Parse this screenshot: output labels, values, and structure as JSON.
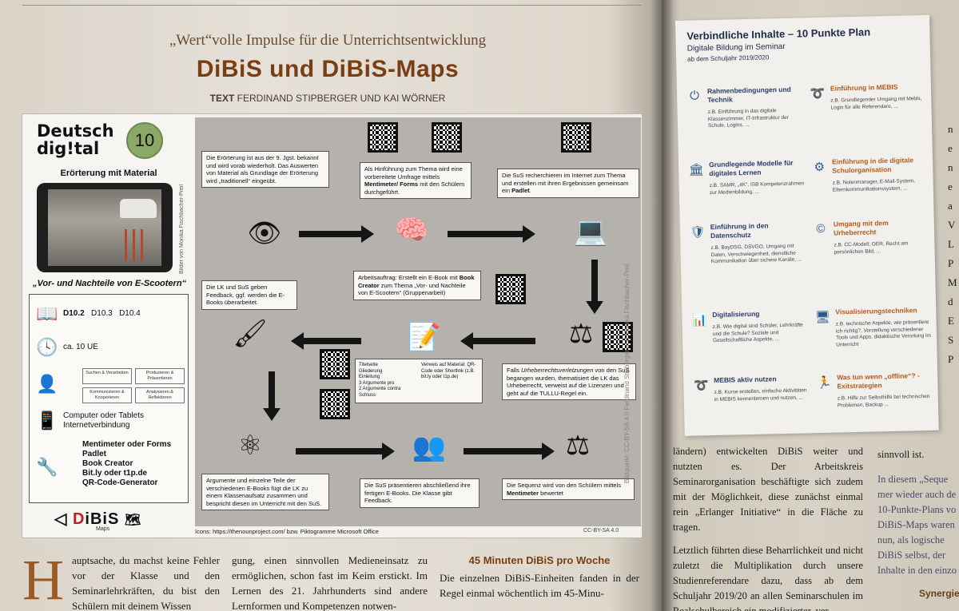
{
  "article": {
    "kicker": "„Wert“volle Impulse für die Unterrichtsentwicklung",
    "headline": "DiBiS und DiBiS-Maps",
    "byline_label": "TEXT",
    "byline_names": "FERDINAND STIPBERGER UND KAI WÖRNER"
  },
  "poster": {
    "logo_line1": "Deutsch",
    "logo_line2": "dig!tal",
    "logo_number": "10",
    "title": "Erörterung mit Material",
    "photo_credit": "Bilder von Monika Fischbacher-Preil",
    "subtitle": "„Vor- und Nachteile von E-Scootern“",
    "codes": [
      "D10.2",
      "D10.3",
      "D10.4"
    ],
    "duration": "ca. 10 UE",
    "competencies": [
      "Suchen & Verarbeiten",
      "Produzieren & Präsentieren",
      "Kommunizieren & Kooperieren",
      "Analysieren & Reflektieren"
    ],
    "devices_line1": "Computer oder Tablets",
    "devices_line2": "Internetverbindung",
    "tools": [
      "Mentimeter oder Forms",
      "Padlet",
      "Book Creator",
      "Bit.ly oder t1p.de",
      "QR-Code-Generator"
    ],
    "brand_a": "D",
    "brand_b": "iBiS",
    "brand_sub": "Maps",
    "icons_credit": "Icons: https://thenounproject.com/  bzw.  Piktogramme Microsoft Office",
    "license": "CC-BY-SA 4.0",
    "vertical_credit": "Bildquelle: CC-BY-SA 4.0 Ferdinand Stipberger und Monika Fischbacher-Preil"
  },
  "steps": {
    "s1": "Die Erörterung ist aus der 9. Jgst. bekannt und wird vorab wiederholt. Das Auswerten von Material als Grundlage der Erörterung wird „traditionell“ eingeübt.",
    "s2_pre": "Als Hinführung zum Thema wird eine vorbereitete Umfrage mittels",
    "s2_bold": "Mentimeter/ Forms",
    "s2_post": "mit den Schülern durchgeführt.",
    "s3_pre": "Die SuS recherchieren im Internet zum Thema und erstellen mit ihren Ergebnissen gemeinsam ein",
    "s3_bold": "Padlet",
    "s4_pre": "Arbeitsauftrag: Erstellt ein E-Book mit",
    "s4_bold": "Book Creator",
    "s4_post": "zum Thema „Vor- und Nachteile von E-Scootern“ (Gruppenarbeit)",
    "s5": "Die LK und SuS geben Feedback, ggf. werden die E-Books überarbeitet.",
    "s6_pre": "Falls",
    "s6_italic": "Urheberrechtsverletzungen",
    "s6_post": "von den SuS begangen wurden, thematisiert die LK das Urheberrecht, verweist auf die Lizenzen und geht auf die TULLU-Regel ein.",
    "s7": "Argumente und einzelne Teile der verschiedenen E-Books fügt die LK zu einem Klassenaufsatz zusammen und bespricht diesen im Unterricht mit den SuS.",
    "s8": "Die SuS präsentieren abschließend ihre fertigen E-Books. Die Klasse gibt Feedback.",
    "s9_pre": "Die Sequenz wird von den Schülern mittels",
    "s9_bold": "Mentimeter",
    "s9_post": "bewertet",
    "list_left": [
      "Titelseite",
      "Gliederung",
      "Einleitung",
      "3 Argumente pro",
      "2 Argumente contra",
      "Schluss"
    ],
    "list_right": "Verweis auf Material: QR-Code oder Shortlink (z.B. bit.ly oder t1p.de)"
  },
  "body": {
    "dropcap": "H",
    "col1": "auptsache, du machst keine Fehler vor der Klasse und den Seminarlehrkräften, du bist den Schülern mit deinem Wissen",
    "col2": "gung, einen sinnvollen Medieneinsatz zu ermöglichen, schon fast im Keim erstickt. Im Lernen des 21. Jahrhunderts sind andere Lernformen und Kompetenzen notwen-",
    "col3_head": "45 Minuten DiBiS pro Woche",
    "col3": "Die einzelnen DiBiS-Einheiten fanden in der Regel einmal wöchentlich im 45-Minu-"
  },
  "plan": {
    "title": "Verbindliche Inhalte – 10 Punkte Plan",
    "subtitle": "Digitale Bildung im Seminar",
    "subtitle2": "ab dem Schuljahr 2019/2020",
    "items": [
      {
        "head": "Rahmenbedingungen und Technik",
        "desc": "z.B. Einführung in das digitale Klassenzimmer, IT-Infrastruktur der Schule, Logins, ..."
      },
      {
        "head": "Einführung in MEBIS",
        "desc": "z.B. Grundlegender Umgang mit Mebis, Login für alle Referendare, ..."
      },
      {
        "head": "Grundlegende Modelle für digitales Lernen",
        "desc": "z.B. SAMR, „4K“, ISB Kompetenzrahmen zur Medienbildung, ..."
      },
      {
        "head": "Einführung in die digitale Schulorganisation",
        "desc": "z.B. Notenmanager, E-Mail-System, Elternkommunikationssystem, ..."
      },
      {
        "head": "Einführung in den Datenschutz",
        "desc": "z.B. BayDSG, DSVGO, Umgang mit Daten, Verschwiegenheit, dienstliche Kommunikation über sichere Kanäle, ..."
      },
      {
        "head": "Umgang mit dem Urheberrecht",
        "desc": "z.B. CC-Modell, OER, Recht am persönlichen Bild, ..."
      },
      {
        "head": "Digitalisierung",
        "desc": "z.B. Wie digital sind Schüler, Lehrkräfte und die Schule? Soziale und Gesellschaftliche Aspekte, ..."
      },
      {
        "head": "Visualisierungstechniken",
        "desc": "z.B. technische Aspekte, wie präsentiere ich richtig?, Vorstellung verschiedener Tools und Apps, didaktische Verortung im Unterricht"
      },
      {
        "head": "MEBIS aktiv nutzen",
        "desc": "z.B. Kurse erstellen, einfache Aktivitäten in MEBIS kennenlernen und nutzen, ..."
      },
      {
        "head": "Was tun wenn „offline“? - Exitstrategien",
        "desc": "z.B. Hilfe zur Selbsthilfe bei technischen Problemen, Backup ..."
      }
    ]
  },
  "right_body": {
    "col1": "ländern) entwickelten DiBiS weiter und nutzten es. Der Arbeitskreis Seminarorganisation beschäftigte sich zudem mit der Möglichkeit, diese zunächst einmal rein „Erlanger Initiative“ in die Fläche zu tragen.",
    "col1b": "Letztlich führten diese Beharrlichkeit und nicht zuletzt die Multiplikation durch unsere Studienreferendare dazu, dass ab dem Schuljahr 2019/20 an allen Seminarschulen im Realschulbereich ein modifizierter, ver-",
    "col2a": "sinnvoll ist.",
    "col2b": "In diesem „Seque",
    "col2c": "mer wieder auch de",
    "col2d": "10-Punkte-Plans vo",
    "col2e": "DiBiS-Maps waren",
    "col2f": "nun, als logische",
    "col2g": "DiBiS selbst, der",
    "col2h": "Inhalte in den einzo",
    "subhead": "Synergie",
    "margin_letters": [
      "n",
      "e",
      "n",
      "e",
      "a",
      "V",
      "L",
      "P",
      "M",
      "d",
      "E",
      "S",
      "P"
    ]
  }
}
